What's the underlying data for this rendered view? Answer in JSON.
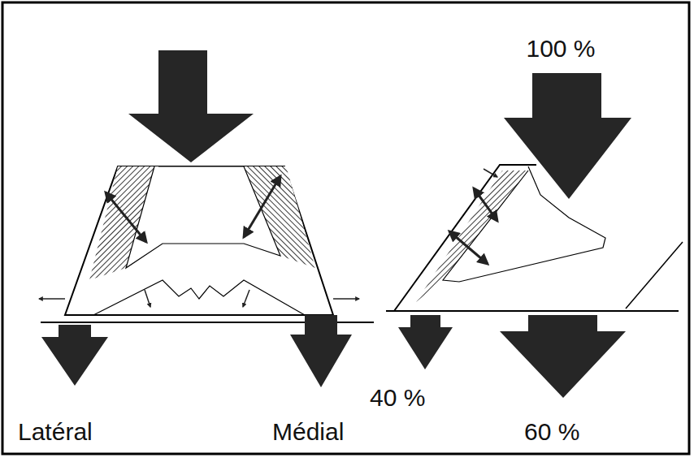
{
  "diagram": {
    "labels": [
      "100 %",
      "Latéral",
      "Médial",
      "40 %",
      "60 %"
    ]
  }
}
